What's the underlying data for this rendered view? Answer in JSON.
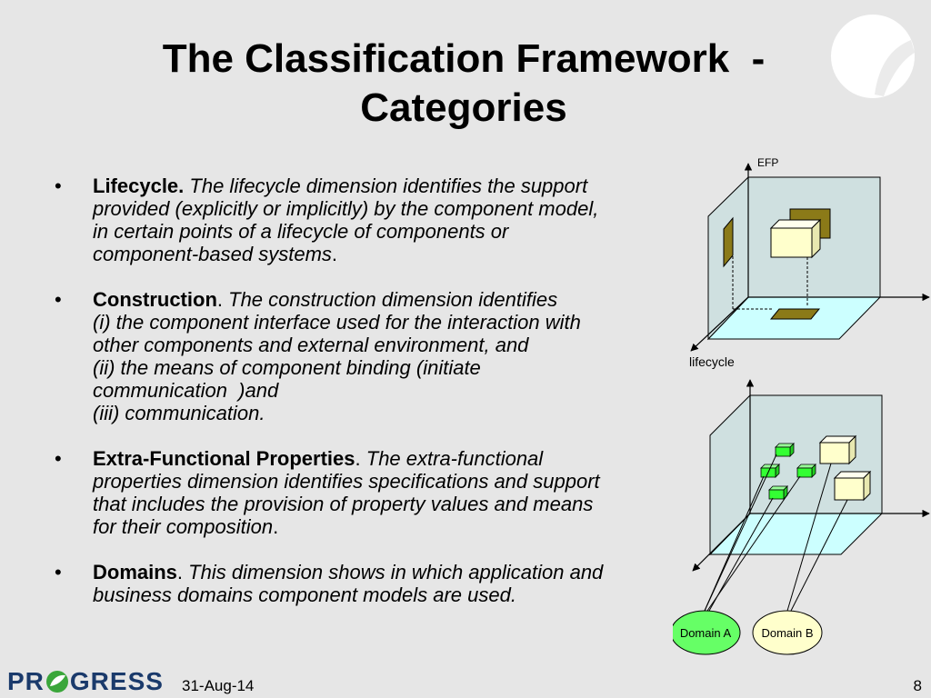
{
  "title": {
    "line1": "The Classification Framework  -",
    "line2": "Categories"
  },
  "bullets": [
    {
      "term": "Lifecycle.",
      "lines": [
        "The lifecycle dimension identifies the support",
        "provided (explicitly or implicitly) by the component model,",
        "in certain points of a lifecycle of components or",
        "component-based systems"
      ],
      "trail": "."
    },
    {
      "term": "Construction",
      "sep": ". ",
      "lines": [
        "The construction dimension identifies",
        "(i) the component interface used for the interaction with",
        "other components and external environment, and",
        "(ii) the means of component binding (initiate",
        "communication  )and",
        "(iii) communication."
      ]
    },
    {
      "term": "Extra-Functional Properties",
      "sep": ". ",
      "lines": [
        "The extra-functional",
        "properties dimension identifies specifications and support",
        "that includes the provision of property values and means",
        "for their composition"
      ],
      "trail": "."
    },
    {
      "term": "Domains",
      "sep": ". ",
      "lines": [
        "This dimension shows in which application and",
        "business domains component models are used."
      ]
    }
  ],
  "bullet_char": "•",
  "diagram": {
    "efp_label": "EFP",
    "lifecycle_label": "lifecycle",
    "domain_a": "Domain A",
    "domain_b": "Domain B",
    "colors": {
      "face": "#cfe0e0",
      "floor": "#ccffff",
      "olive": "#8b7a18",
      "cream": "#ffffcc",
      "green": "#33ff33",
      "domain_a_fill": "#66ff66",
      "domain_b_fill": "#ffffcc"
    }
  },
  "footer": {
    "logo_left": "PR",
    "logo_right": "GRESS",
    "date": "31-Aug-14",
    "page": "8"
  }
}
